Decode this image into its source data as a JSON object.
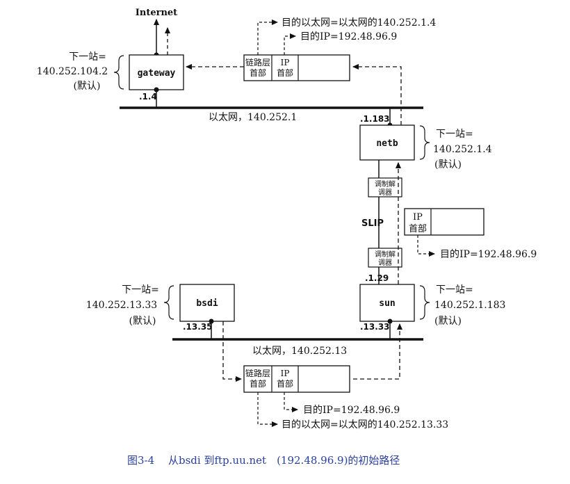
{
  "internet_label": "Internet",
  "hosts": {
    "gateway": "gateway",
    "netb": "netb",
    "bsdi": "bsdi",
    "sun": "sun"
  },
  "top_packet": {
    "dest_ether": "目的以太网=以太网的140.252.1.4",
    "dest_ip": "目的IP=192.48.96.9",
    "link_header": [
      "链路层",
      "首部"
    ],
    "ip_header": [
      "IP",
      "首部"
    ]
  },
  "bottom_packet": {
    "dest_ip": "目的IP=192.48.96.9",
    "dest_ether": "目的以太网=以太网的140.252.13.33",
    "link_header": [
      "链路层",
      "首部"
    ],
    "ip_header": [
      "IP",
      "首部"
    ]
  },
  "slip_packet": {
    "ip_header": [
      "IP",
      "首部"
    ],
    "dest_ip": "目的IP=192.48.96.9"
  },
  "next_hops": {
    "gateway": [
      "下一站=",
      "140.252.104.2",
      "(默认)"
    ],
    "netb": [
      "下一站=",
      "140.252.1.4",
      "(默认)"
    ],
    "bsdi": [
      "下一站=",
      "140.252.13.33",
      "(默认)"
    ],
    "sun": [
      "下一站=",
      "140.252.1.183",
      "(默认)"
    ]
  },
  "networks": {
    "top": "以太网，140.252.1",
    "bottom": "以太网，140.252.13"
  },
  "addresses": {
    "gateway": ".1.4",
    "netb": ".1.183",
    "sun_slip": ".1.29",
    "bsdi": ".13.35",
    "sun": ".13.33"
  },
  "modem": [
    "调制解",
    "调器"
  ],
  "slip_label": "SLIP",
  "caption": {
    "figure_no": "图3-4",
    "text": "从bsdi 到ftp.uu.net　(192.48.96.9)的初始路径"
  }
}
